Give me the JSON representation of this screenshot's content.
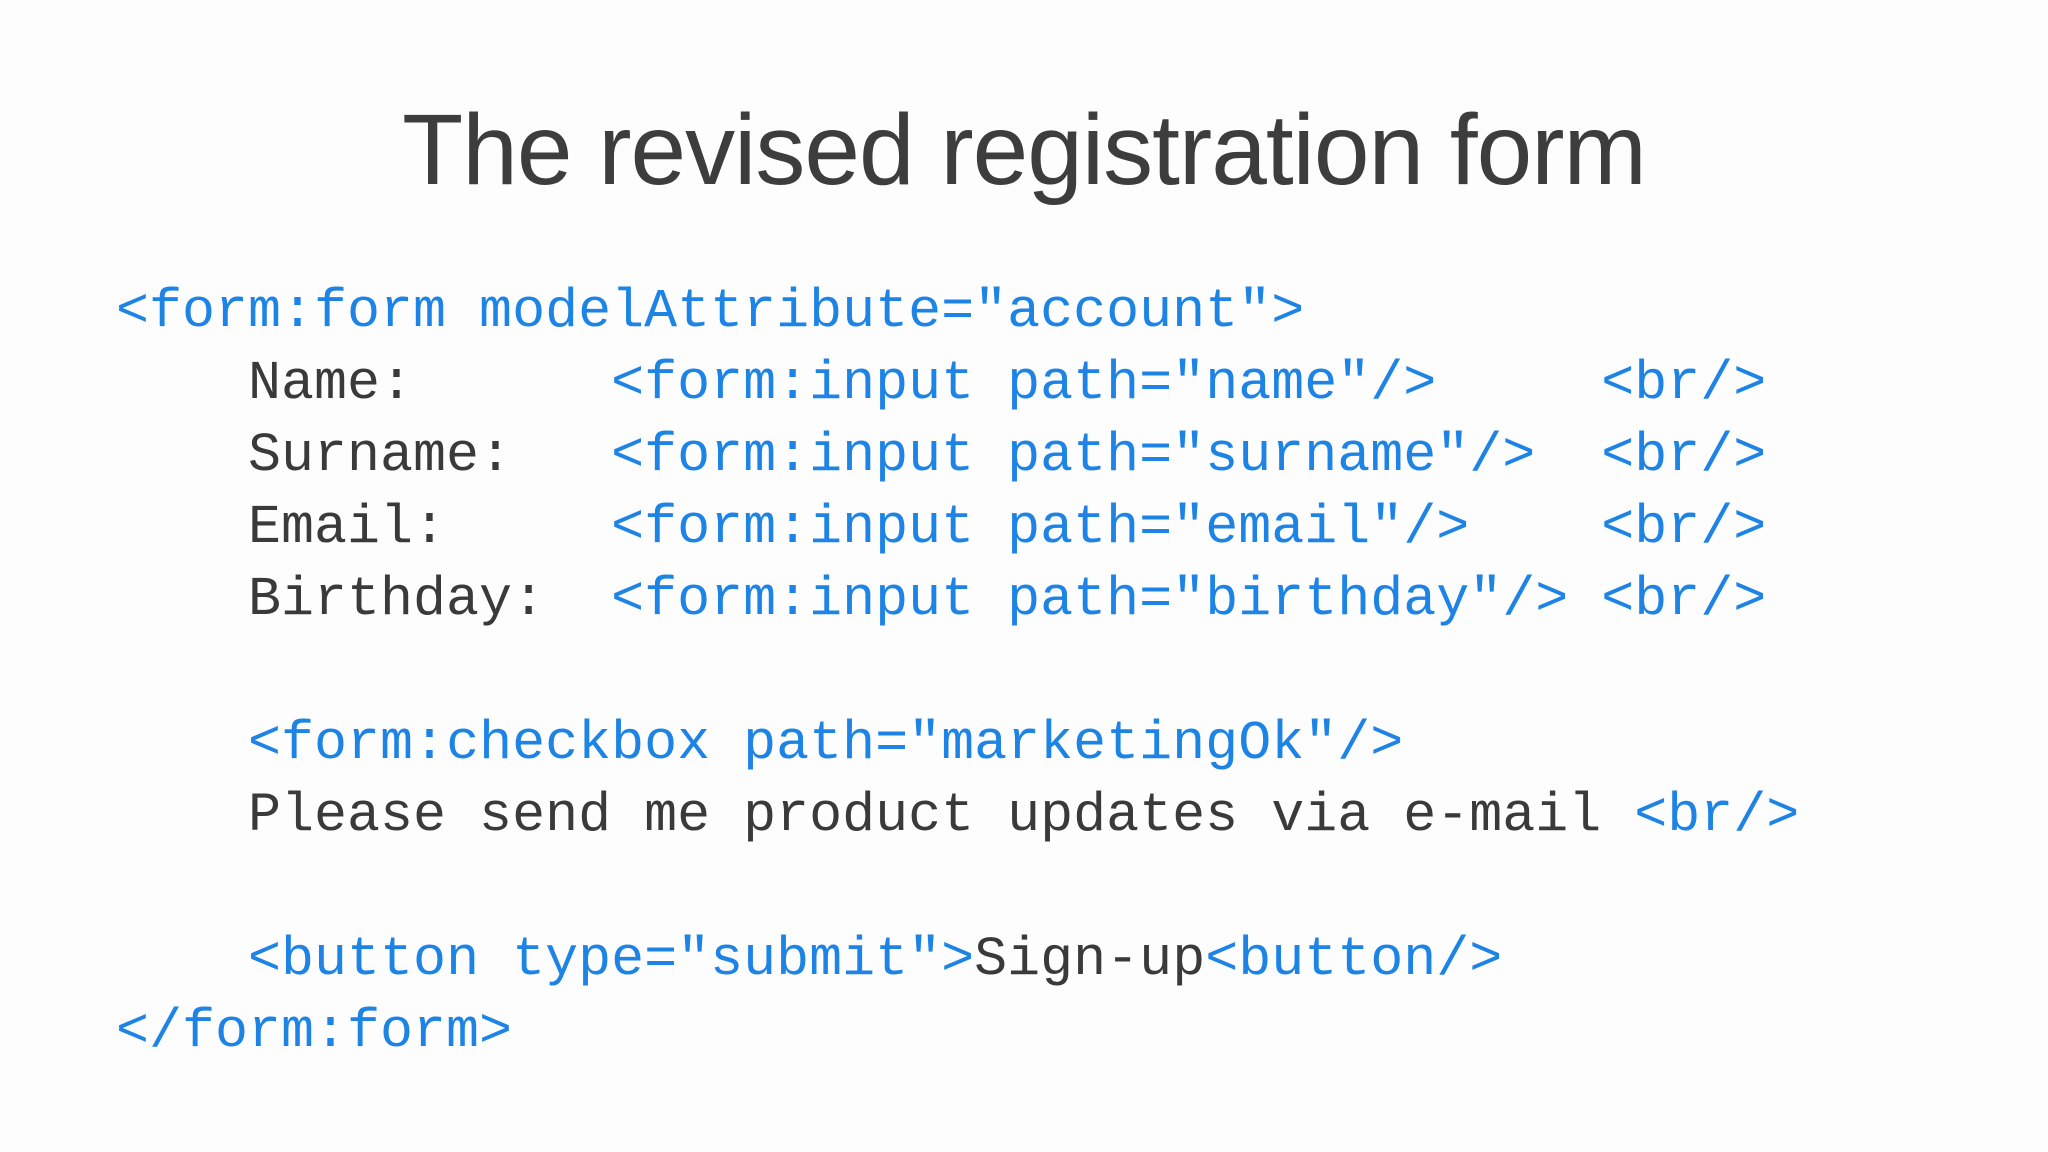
{
  "slide": {
    "title": "The revised registration form",
    "colors": {
      "background": "#fdfdfd",
      "title_text": "#3d3d3d",
      "code_text": "#3a3a3a",
      "code_tag": "#1d84e6"
    },
    "code": {
      "language": "jsp-spring-form-taglib",
      "lines": [
        [
          {
            "kind": "tag",
            "text": "<form:form modelAttribute=\"account\">"
          }
        ],
        [
          {
            "kind": "text",
            "text": "    Name:      "
          },
          {
            "kind": "tag",
            "text": "<form:input path=\"name\"/>"
          },
          {
            "kind": "text",
            "text": "     "
          },
          {
            "kind": "tag",
            "text": "<br/>"
          }
        ],
        [
          {
            "kind": "text",
            "text": "    Surname:   "
          },
          {
            "kind": "tag",
            "text": "<form:input path=\"surname\"/>"
          },
          {
            "kind": "text",
            "text": "  "
          },
          {
            "kind": "tag",
            "text": "<br/>"
          }
        ],
        [
          {
            "kind": "text",
            "text": "    Email:     "
          },
          {
            "kind": "tag",
            "text": "<form:input path=\"email\"/>"
          },
          {
            "kind": "text",
            "text": "    "
          },
          {
            "kind": "tag",
            "text": "<br/>"
          }
        ],
        [
          {
            "kind": "text",
            "text": "    Birthday:  "
          },
          {
            "kind": "tag",
            "text": "<form:input path=\"birthday\"/>"
          },
          {
            "kind": "text",
            "text": " "
          },
          {
            "kind": "tag",
            "text": "<br/>"
          }
        ],
        [],
        [
          {
            "kind": "text",
            "text": "    "
          },
          {
            "kind": "tag",
            "text": "<form:checkbox path=\"marketingOk\"/>"
          }
        ],
        [
          {
            "kind": "text",
            "text": "    Please send me product updates via e-mail "
          },
          {
            "kind": "tag",
            "text": "<br/>"
          }
        ],
        [],
        [
          {
            "kind": "text",
            "text": "    "
          },
          {
            "kind": "tag",
            "text": "<button type=\"submit\">"
          },
          {
            "kind": "text",
            "text": "Sign-up"
          },
          {
            "kind": "tag",
            "text": "<button/>"
          }
        ],
        [
          {
            "kind": "tag",
            "text": "</form:form>"
          }
        ]
      ]
    }
  }
}
